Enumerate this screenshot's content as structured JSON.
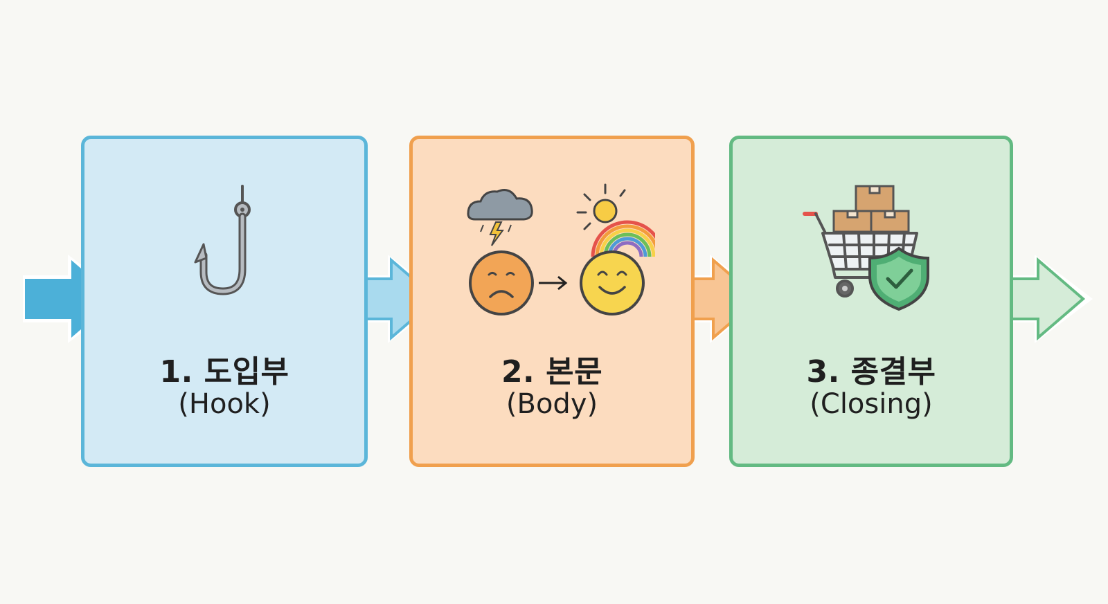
{
  "steps": [
    {
      "title": "1. 도입부",
      "subtitle": "(Hook)",
      "icon": "fishing-hook-icon",
      "color": "#5bb6d9"
    },
    {
      "title": "2. 본문",
      "subtitle": "(Body)",
      "icon": "mood-change-icon",
      "color": "#f0a04e"
    },
    {
      "title": "3. 종결부",
      "subtitle": "(Closing)",
      "icon": "shopping-cart-shield-icon",
      "color": "#63ba82"
    }
  ]
}
